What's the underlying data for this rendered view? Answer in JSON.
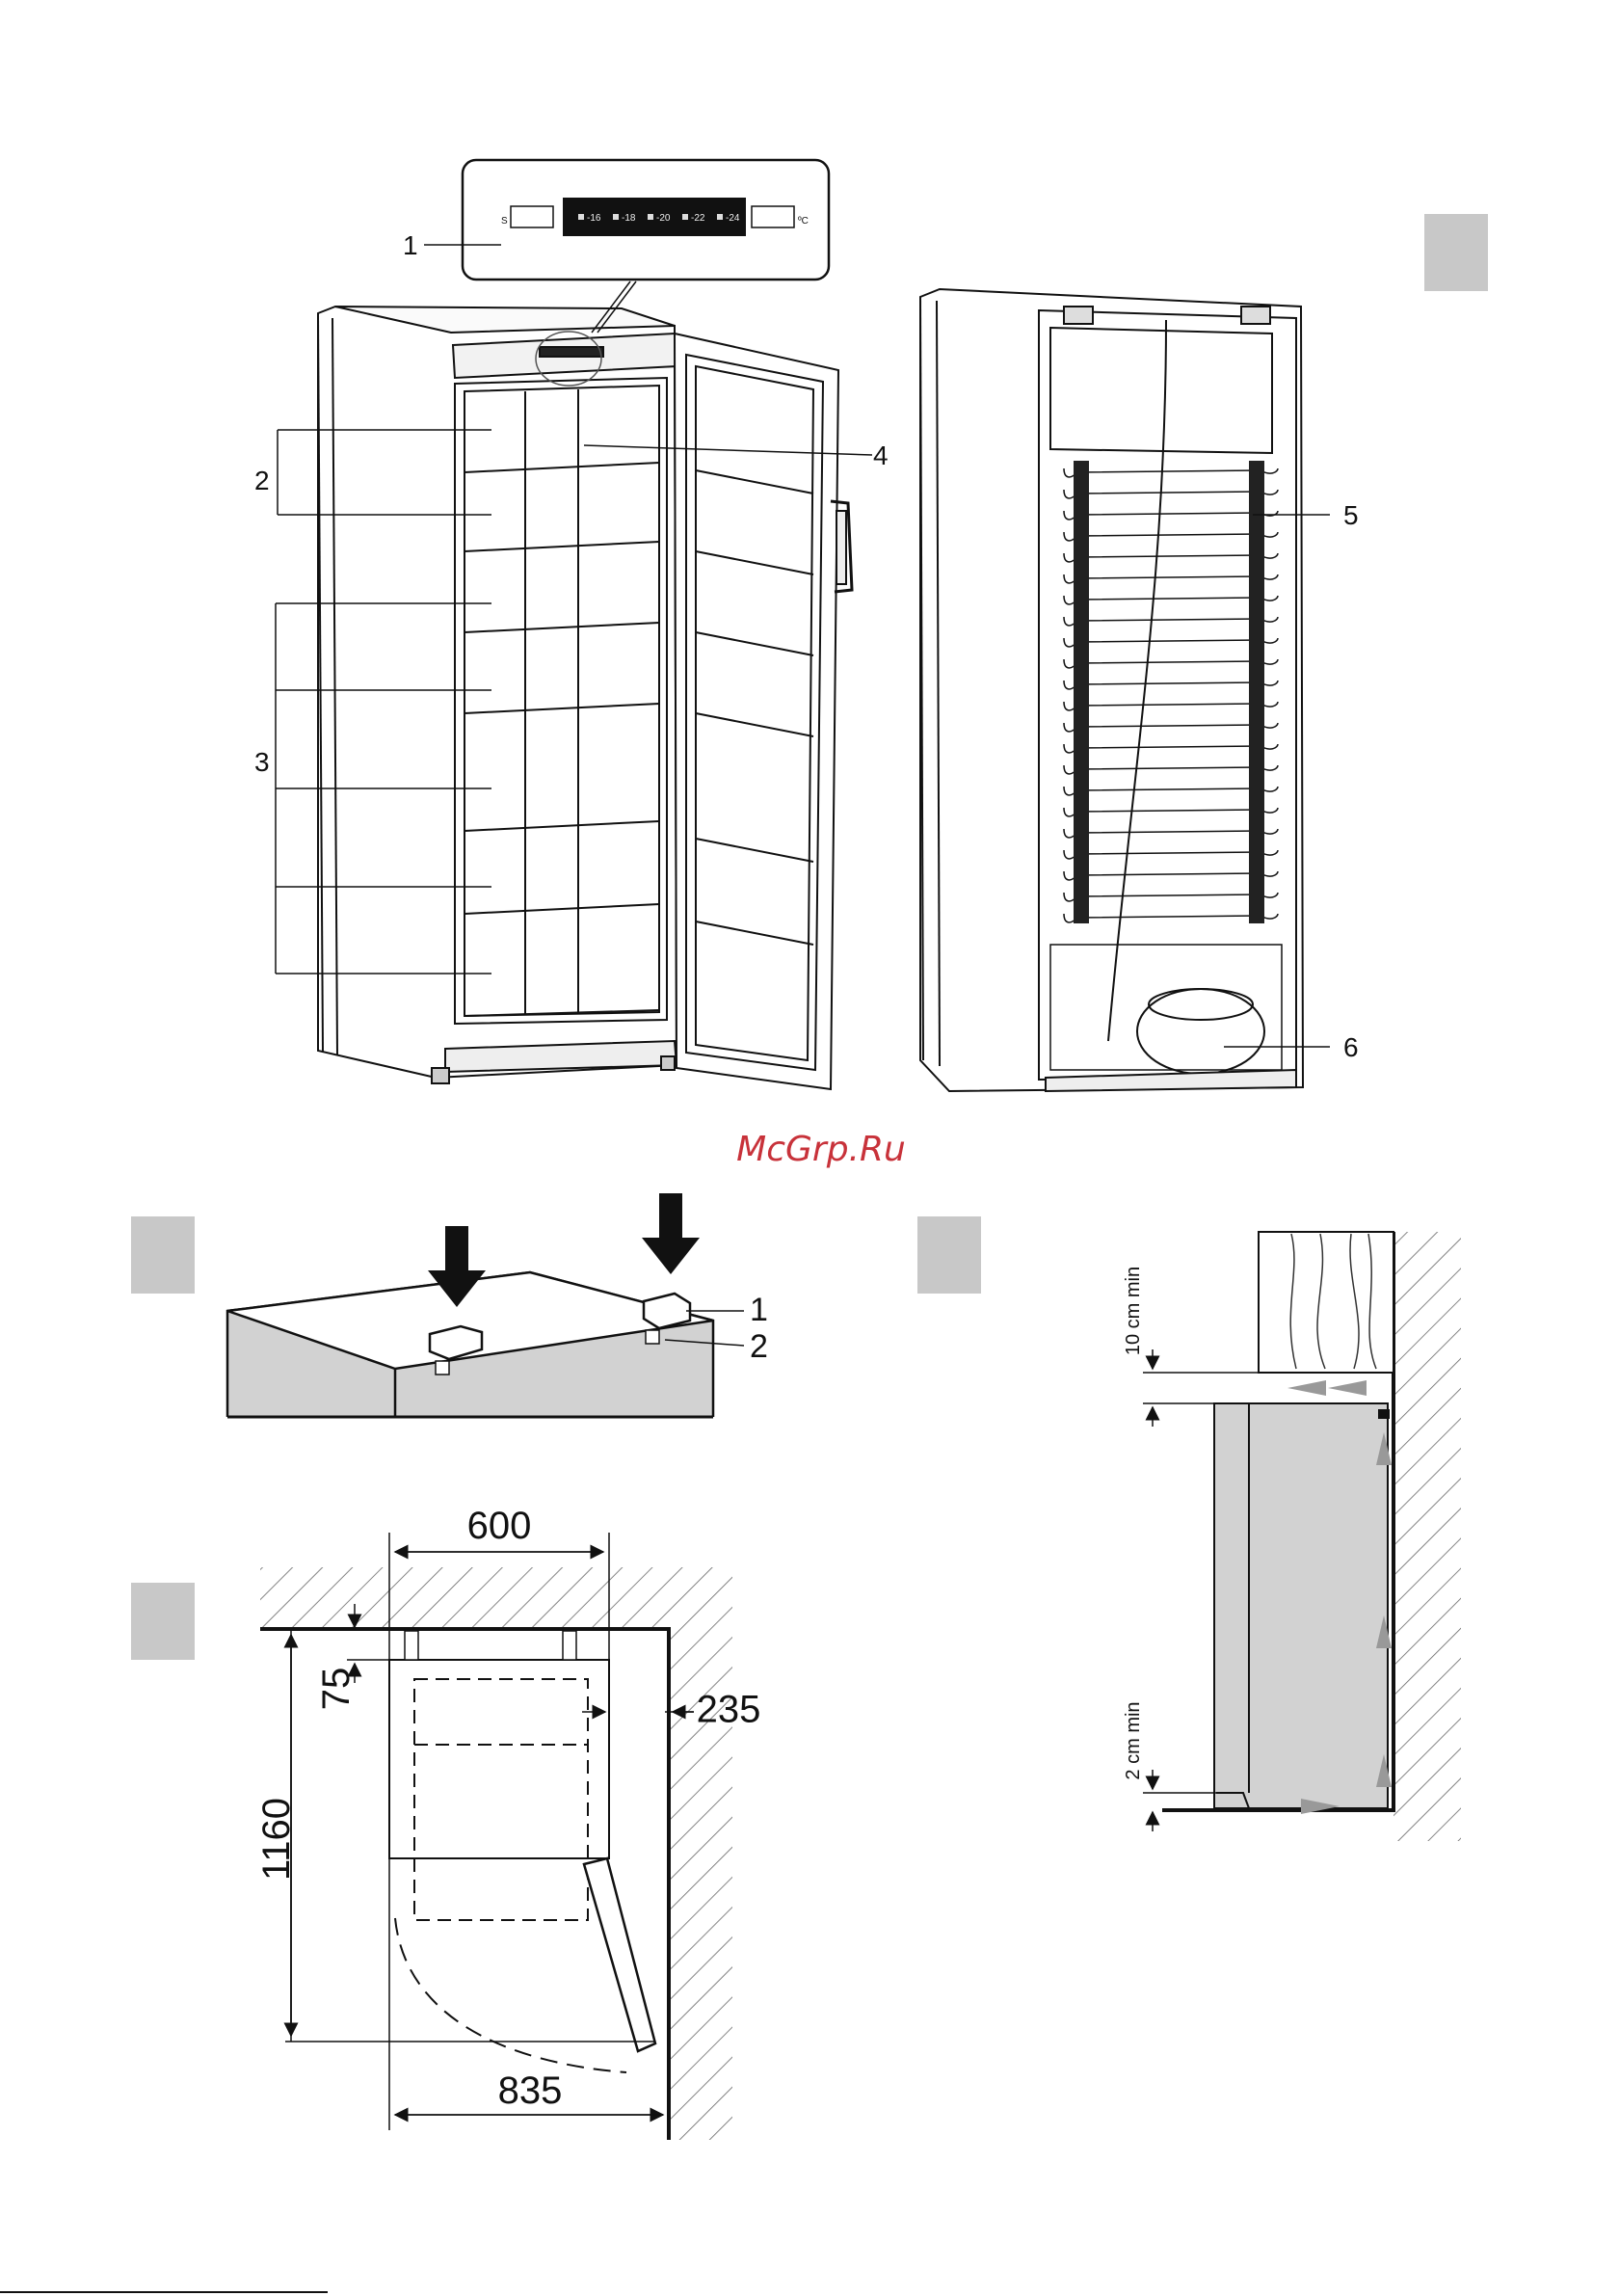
{
  "watermark": "McGrp.Ru",
  "front_view": {
    "callouts": [
      "1",
      "2",
      "3",
      "4"
    ]
  },
  "control_panel": {
    "left_label": "S",
    "right_label": "ºC",
    "temps": [
      "-16",
      "-18",
      "-20",
      "-22",
      "-24"
    ]
  },
  "rear_view": {
    "callouts": [
      "5",
      "6"
    ]
  },
  "top_detail": {
    "callouts": [
      "1",
      "2"
    ]
  },
  "plan_view": {
    "width_label": "600",
    "gap_label": "75",
    "side_label": "235",
    "depth_label": "1160",
    "door_open_label": "835"
  },
  "side_view": {
    "top_clearance": "10 cm min",
    "bottom_clearance": "2 cm min"
  },
  "colors": {
    "tab": "#c8c8c8",
    "cabinet_gray": "#d2d2d2",
    "panel_dark": "#111111",
    "watermark": "#c8323a"
  }
}
